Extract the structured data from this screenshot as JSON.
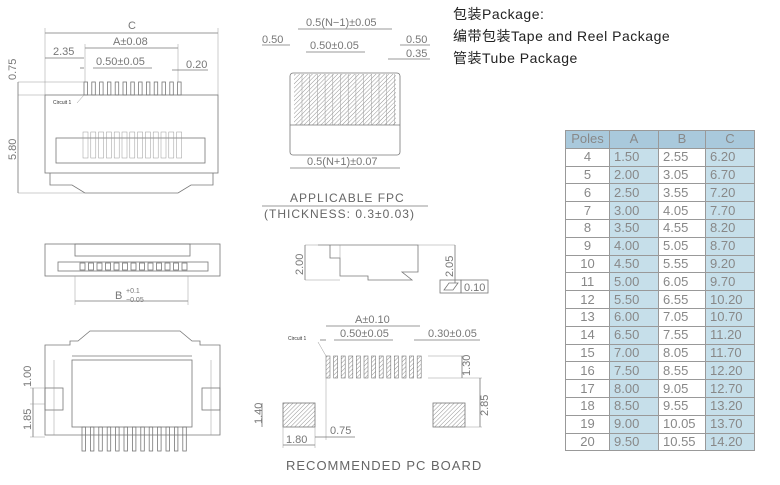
{
  "packaging": {
    "title": "包装Package:",
    "tape_reel": "编带包装Tape and Reel Package",
    "tube": "管装Tube Package"
  },
  "top_view": {
    "dim_c": "C",
    "dim_a": "A±0.08",
    "dim_235": "2.35",
    "dim_pitch": "0.50±0.05",
    "dim_020": "0.20",
    "dim_075": "0.75",
    "dim_580": "5.80",
    "circuit_label": "Circuit 1"
  },
  "fpc": {
    "dim_top": "0.5(N−1)±0.05",
    "dim_left": "0.50",
    "dim_pitch": "0.50±0.05",
    "dim_right1": "0.50",
    "dim_right2": "0.35",
    "dim_bottom": "0.5(N+1)±0.07",
    "title": "APPLICABLE FPC",
    "thickness": "(THICKNESS: 0.3±0.03)"
  },
  "front_view": {
    "dim_b": "B",
    "tol_plus": "+0.1",
    "tol_minus": "−0.05"
  },
  "side_view": {
    "dim_200": "2.00",
    "dim_205": "2.05",
    "flatness": "0.10"
  },
  "bottom_view": {
    "dim_100": "1.00",
    "dim_185": "1.85"
  },
  "pcb": {
    "dim_a": "A±0.10",
    "dim_pitch": "0.50±0.05",
    "dim_width": "0.30±0.05",
    "dim_130": "1.30",
    "dim_285": "2.85",
    "dim_140": "1.40",
    "dim_180": "1.80",
    "dim_075": "0.75",
    "circuit_label": "Circuit 1",
    "title": "RECOMMENDED PC BOARD"
  },
  "table": {
    "headers": [
      "Poles",
      "A",
      "B",
      "C"
    ],
    "rows": [
      [
        "4",
        "1.50",
        "2.55",
        "6.20"
      ],
      [
        "5",
        "2.00",
        "3.05",
        "6.70"
      ],
      [
        "6",
        "2.50",
        "3.55",
        "7.20"
      ],
      [
        "7",
        "3.00",
        "4.05",
        "7.70"
      ],
      [
        "8",
        "3.50",
        "4.55",
        "8.20"
      ],
      [
        "9",
        "4.00",
        "5.05",
        "8.70"
      ],
      [
        "10",
        "4.50",
        "5.55",
        "9.20"
      ],
      [
        "11",
        "5.00",
        "6.05",
        "9.70"
      ],
      [
        "12",
        "5.50",
        "6.55",
        "10.20"
      ],
      [
        "13",
        "6.00",
        "7.05",
        "10.70"
      ],
      [
        "14",
        "6.50",
        "7.55",
        "11.20"
      ],
      [
        "15",
        "7.00",
        "8.05",
        "11.70"
      ],
      [
        "16",
        "7.50",
        "8.55",
        "12.20"
      ],
      [
        "17",
        "8.00",
        "9.05",
        "12.70"
      ],
      [
        "18",
        "8.50",
        "9.55",
        "13.20"
      ],
      [
        "19",
        "9.00",
        "10.05",
        "13.70"
      ],
      [
        "20",
        "9.50",
        "10.55",
        "14.20"
      ]
    ]
  },
  "colors": {
    "header": "#a9c9dc",
    "shaded_col": "#c6dfea"
  }
}
